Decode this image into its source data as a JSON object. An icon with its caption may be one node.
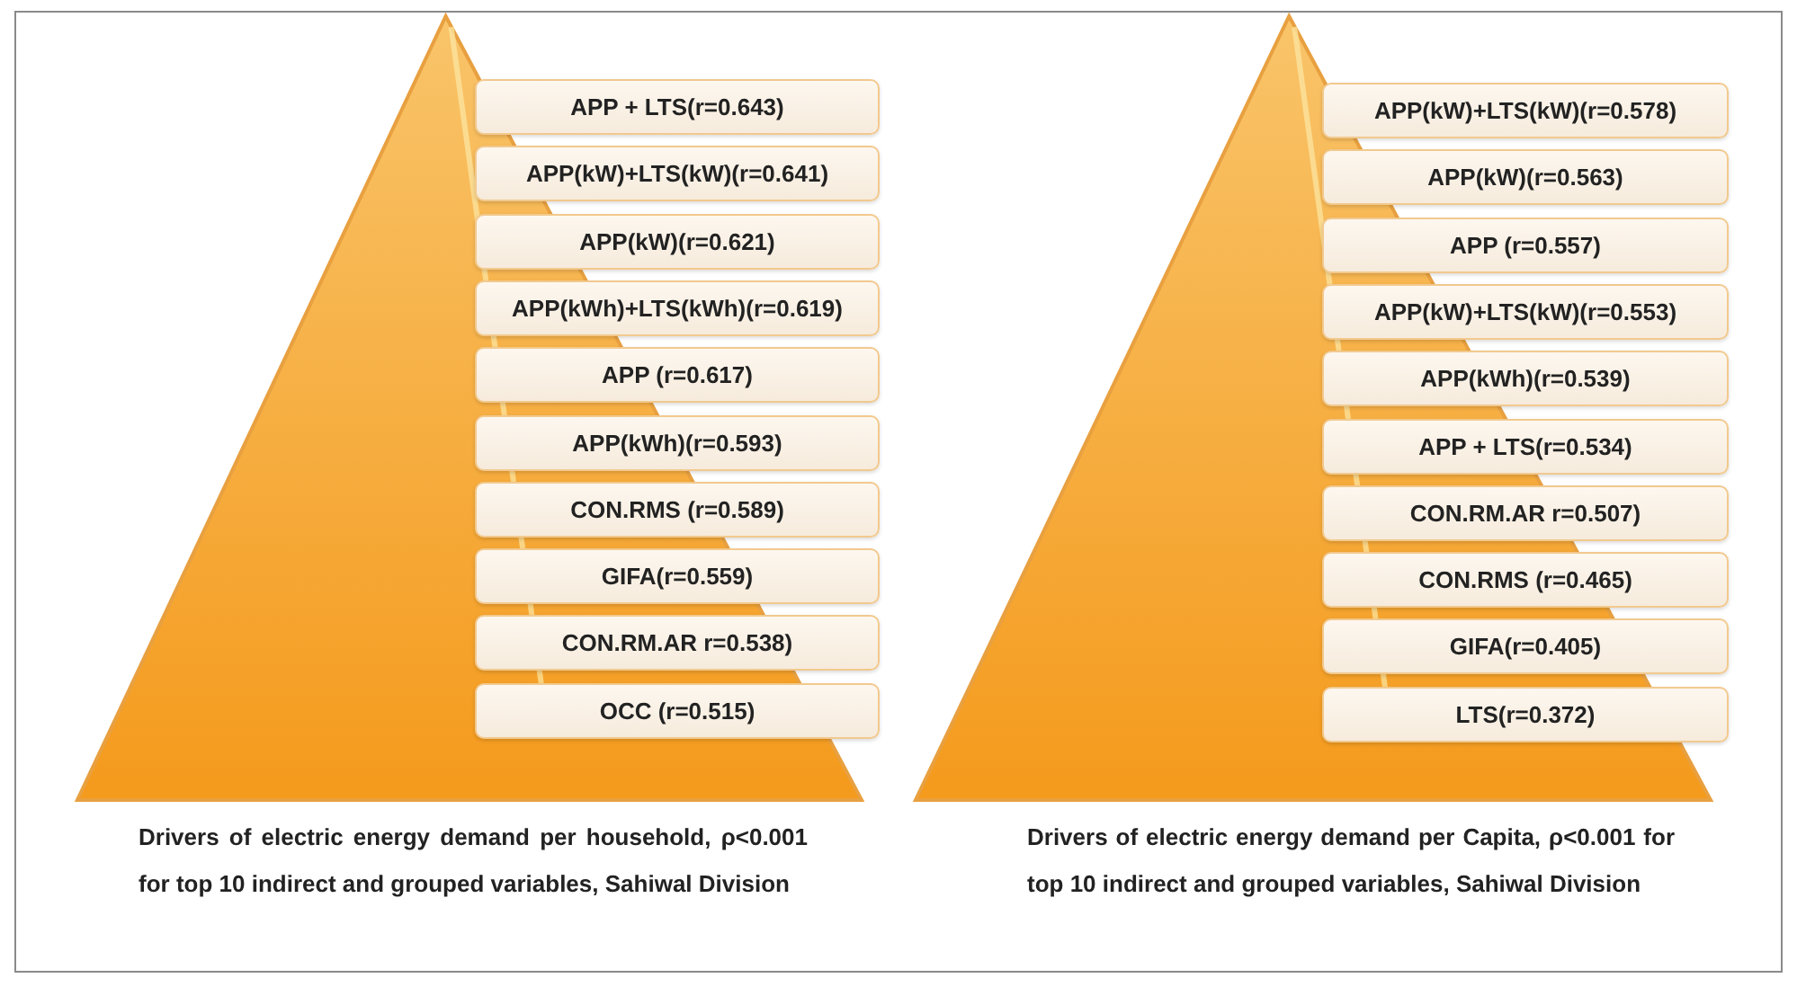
{
  "diagram": {
    "nodes": [
      {
        "text": [
          "APP + LTS(r=0.643)"
        ]
      },
      {
        "text": [
          "APP(kW)+LTS(kW)(r=0.641)"
        ]
      },
      {
        "text": [
          "APP(kW)(r=0.621)"
        ]
      },
      {
        "text": [
          "APP(kWh)+LTS(kWh)(r=0.619)"
        ]
      },
      {
        "text": [
          "APP (r=0.617)"
        ]
      },
      {
        "text": [
          "APP(kWh)(r=0.593)"
        ]
      },
      {
        "text": [
          "CON.RMS (r=0.589)"
        ]
      },
      {
        "text": [
          "GIFA(r=0.559)"
        ]
      },
      {
        "text": [
          "CON.RM.AR r=0.538)"
        ]
      },
      {
        "text": [
          "OCC (r=0.515)"
        ]
      },
      {
        "text": [
          "APP(kW)+LTS(kW)(r=0.578)"
        ]
      },
      {
        "text": [
          "APP(kW)(r=0.563)"
        ]
      },
      {
        "text": [
          "APP (r=0.557)"
        ]
      },
      {
        "text": [
          "APP(kW)+LTS(kW)(r=0.553)"
        ]
      },
      {
        "text": [
          "APP(kWh)(r=0.539)"
        ]
      },
      {
        "text": [
          "APP + LTS(r=0.534)"
        ]
      },
      {
        "text": [
          "CON.RM.AR r=0.507)"
        ]
      },
      {
        "text": [
          "CON.RMS (r=0.465)"
        ]
      },
      {
        "text": [
          "GIFA(r=0.405)"
        ]
      },
      {
        "text": [
          "LTS(r=0.372)"
        ]
      }
    ],
    "labels": [
      "Drivers of electric energy demand per **household,** ρ<0.001 for top 10 **indirect** and **grouped** variables, **Sahiwal Division**",
      "Drivers of electric energy demand **per Capita,** ρ<0.001 for top 10 **indirect** and **grouped** variables, **Sahiwal Division**"
    ]
  }
}
